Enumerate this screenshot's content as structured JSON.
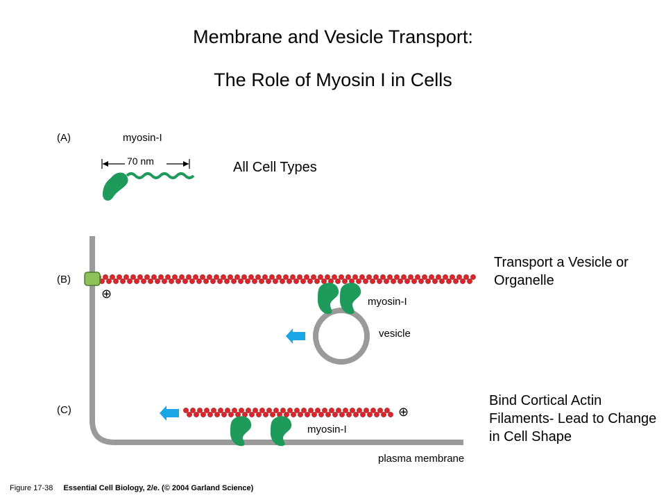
{
  "title": {
    "line1": "Membrane and Vesicle Transport:",
    "line2": "The Role of Myosin I in Cells"
  },
  "panels": {
    "a": "(A)",
    "b": "(B)",
    "c": "(C)"
  },
  "labels": {
    "myosin_a": "myosin-I",
    "length": "70 nm",
    "myosin_b": "myosin-I",
    "vesicle": "vesicle",
    "myosin_c": "myosin-I",
    "plasma_membrane": "plasma membrane",
    "plus": "⊕"
  },
  "notes": {
    "a": "All Cell Types",
    "b": "Transport a Vesicle or Organelle",
    "c": "Bind Cortical Actin Filaments- Lead to Change in Cell Shape"
  },
  "footer": {
    "figure": "Figure 17-38",
    "citation": "Essential Cell Biology, 2/e. (© 2004 Garland Science)"
  },
  "colors": {
    "actin": "#d8262c",
    "myosin": "#1e9a5a",
    "membrane": "#9a9a9a",
    "arrow": "#1aa6e6",
    "anchor": "#8fc15a"
  }
}
